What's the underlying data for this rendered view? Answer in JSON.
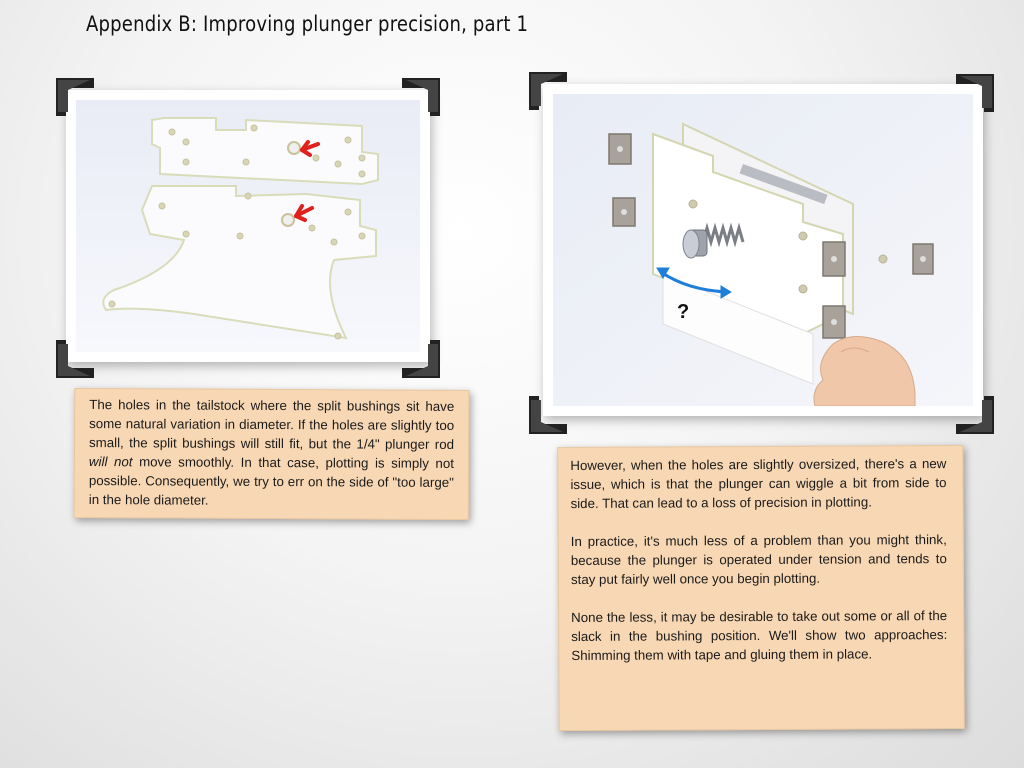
{
  "slide": {
    "title": "Appendix B: Improving plunger precision, part 1"
  },
  "left_photo": {
    "icon": "plunger-plates-photo"
  },
  "right_photo": {
    "icon": "tailstock-assembly-photo",
    "annotation": "?"
  },
  "left_note": {
    "part1": "The holes in the tailstock where the split bushings sit have some natural variation in diameter.  If the holes are slightly too small, the split bushings will still fit, but the 1/4\" plunger rod ",
    "emphasis": "will not",
    "part2": " move smoothly.  In that case, plotting is simply not possible.  Consequently, we try to err on the side of \"too large\" in the hole diameter."
  },
  "right_note": {
    "paragraphs": [
      "However, when the holes are slightly oversized, there's a new issue, which is that the plunger can wiggle a bit from side to side.  That can lead to a loss of precision in plotting.",
      "In practice, it's much less of a problem than you might think, because the plunger is operated under tension and tends to stay put fairly well once you begin plotting.",
      "None the less, it may be desirable to take out some or all of the slack in the bushing position. We'll show two approaches: Shimming them with tape and gluing them in place."
    ]
  },
  "colors": {
    "note_background": "#f8d8b4",
    "arrow_red": "#e0201c",
    "arrow_blue": "#1f7fd8",
    "corner_black": "#222222"
  }
}
